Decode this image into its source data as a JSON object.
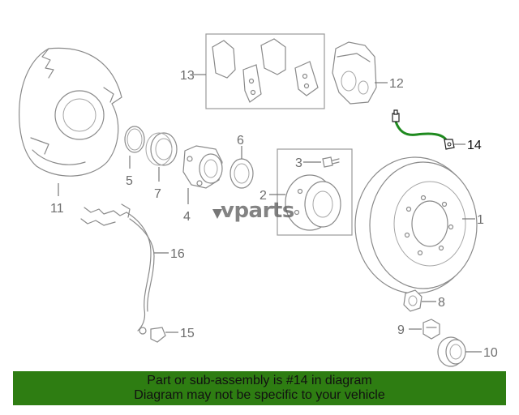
{
  "diagram": {
    "callouts": {
      "c1": "1",
      "c2": "2",
      "c3": "3",
      "c4": "4",
      "c5": "5",
      "c6": "6",
      "c7": "7",
      "c8": "8",
      "c9": "9",
      "c10": "10",
      "c11": "11",
      "c12": "12",
      "c13": "13",
      "c14": "14",
      "c15": "15",
      "c16": "16"
    },
    "highlighted_part": "14",
    "highlight_color": "#1f8a1f",
    "watermark": "vparts"
  },
  "banner": {
    "line1": "Part or sub-assembly is #14 in diagram",
    "line2": "Diagram may not be specific to your vehicle",
    "background": "#2e7d12"
  }
}
